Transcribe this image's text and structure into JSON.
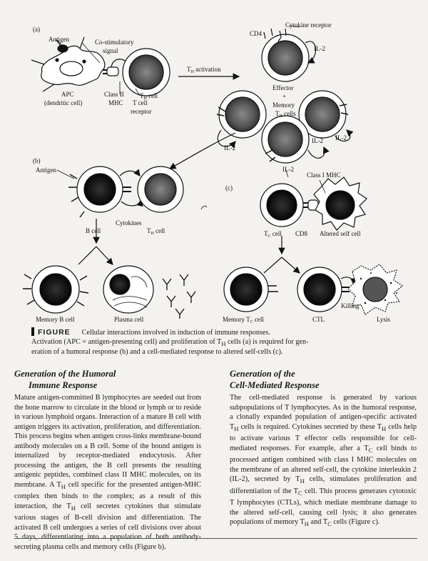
{
  "figure": {
    "panel_labels": {
      "a": "(a)",
      "b": "(b)",
      "c": "(c)"
    },
    "labels": {
      "antigen_a": "Antigen",
      "costim_1": "Co-stimulatory",
      "costim_2": "signal",
      "apc_1": "APC",
      "apc_2": "(dendritic cell)",
      "classii_1": "Class II",
      "classii_2": "MHC",
      "tcr_1": "T cell",
      "tcr_2": "receptor",
      "th_cell_a": "T",
      "th_activation": "T",
      "th_activation_rest": " activation",
      "cd4": "CD4",
      "cytokine_receptor": "Cytokine receptor",
      "il2": "IL-2",
      "effector": "Effector",
      "plus": "+",
      "memory": "Memory",
      "th_cells": "T",
      "th_cells_rest": " cells",
      "antigen_b": "Antigen",
      "cytokines": "Cytokines",
      "b_cell": "B cell",
      "th_cell_b": "T",
      "class_i_mhc": "Class I MHC",
      "tc_cell": "T",
      "tc_cell_rest": " cell",
      "cd8": "CD8",
      "altered_self_cell": "Altered self cell",
      "memory_b_cell": "Memory B cell",
      "plasma_cell": "Plasma cell",
      "memory_tc_cell": "Memory T",
      "memory_tc_cell_rest": " cell",
      "ctl": "CTL",
      "killing": "Killing",
      "lysis": "Lysis",
      "sub_h": "H",
      "sub_c": "C"
    }
  },
  "caption": {
    "figure_word": "FIGURE",
    "line1": "Cellular interactions involved in induction of immune responses.",
    "line2a": "Activation (APC = antigen-presenting cell) and proliferation of T",
    "sub": "H",
    "line2b": " cells (a) is required for gen-",
    "line3": "eration of a humoral response (b) and a cell-mediated response to altered self-cells (c)."
  },
  "left": {
    "title1": "Generation of the Humoral",
    "title2": "Immune Response",
    "body": [
      "Mature antigen-committed B lymphocytes are seeded out from the bone marrow to circulate in the blood or lymph or to reside in various lymphoid organs. Interaction of a mature B cell with antigen triggers its activation, proliferation, and differentiation. This process begins when antigen cross-links membrane-bound antibody molecules on a B cell. Some of the bound antigen is internalized by receptor-mediated endocytosis. After processing the antigen, the B cell presents the resulting antigenic peptides, combined class II MHC molecules, on its membrane. A T",
      "H",
      " cell specific for the presented antigen-MHC complex then binds to the complex; as a result of this interaction, the T",
      "H",
      " cell secretes cytokines that stimulate various stages of B-cell division and differentiation. The activated B cell undergoes a series of cell divisions over about 5 days, differentiating into a population of both antibody-secreting plasma cells and memory cells (Figure      b)."
    ]
  },
  "right": {
    "title1": "Generation of the",
    "title2": "Cell-Mediated Response",
    "body": [
      "The cell-mediated response is generated by various subpopulations of T lymphocytes. As in the humoral response, a clonally expanded population of antigen-specific activated T",
      "H",
      " cells is required. Cytokines secreted by these T",
      "H",
      " cells help to activate various T effector cells responsible for cell-mediated responses. For example, after a T",
      "C",
      " cell binds to processed antigen combined with class I MHC molecules on the membrane of an altered self-cell, the cytokine interleukin 2 (IL-2), secreted by T",
      "H",
      " cells, stimulates proliferation and differentiation of the T",
      "C",
      " cell. This process generates cytotoxic T lymphocytes (CTLs), which mediate membrane damage to the altered self-cell, causing cell lysis; it also generates populations of memory T",
      "H",
      " and T",
      "C",
      " cells (Figure      c)."
    ]
  }
}
